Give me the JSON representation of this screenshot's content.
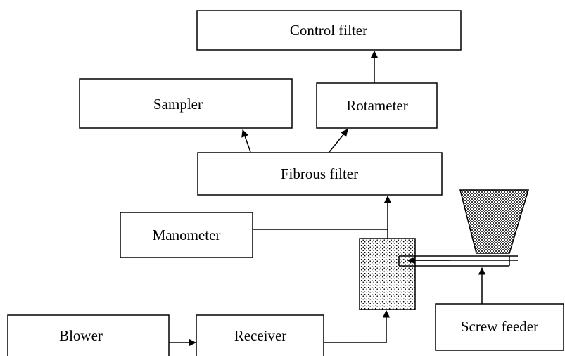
{
  "nodes": {
    "control_filter": "Control filter",
    "sampler": "Sampler",
    "rotameter": "Rotameter",
    "fibrous_filter": "Fibrous filter",
    "manometer": "Manometer",
    "blower": "Blower",
    "receiver": "Receiver",
    "screw_feeder": "Screw feeder"
  },
  "colors": {
    "stroke": "#000000",
    "background": "#ffffff"
  }
}
